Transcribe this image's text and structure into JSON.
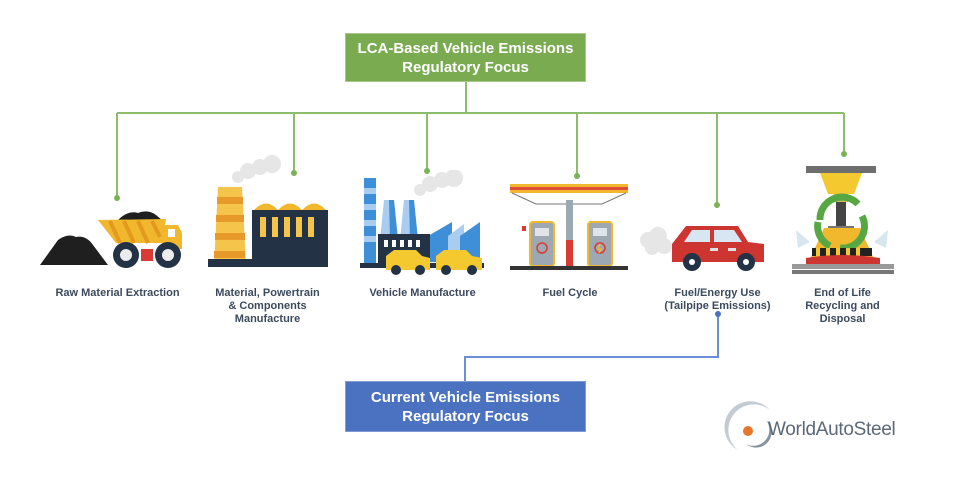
{
  "diagram": {
    "top_box": {
      "line1": "LCA-Based Vehicle Emissions",
      "line2": "Regulatory Focus",
      "color": "#7aab50"
    },
    "bottom_box": {
      "line1": "Current Vehicle Emissions",
      "line2": "Regulatory Focus",
      "color": "#4a72c0"
    },
    "stages": [
      {
        "id": "raw-material-extraction",
        "icon": "mining-dump-truck-icon",
        "lines": [
          "Raw Material Extraction"
        ]
      },
      {
        "id": "material-powertrain",
        "icon": "factory-smokestack-icon",
        "lines": [
          "Material, Powertrain",
          "& Components",
          "Manufacture"
        ]
      },
      {
        "id": "vehicle-manufacture",
        "icon": "car-factory-icon",
        "lines": [
          "Vehicle Manufacture"
        ]
      },
      {
        "id": "fuel-cycle",
        "icon": "fuel-station-icon",
        "lines": [
          "Fuel Cycle"
        ]
      },
      {
        "id": "fuel-energy-use",
        "icon": "car-exhaust-icon",
        "lines": [
          "Fuel/Energy Use",
          "(Tailpipe Emissions)"
        ]
      },
      {
        "id": "end-of-life",
        "icon": "car-crusher-recycle-icon",
        "lines": [
          "End of Life",
          "Recycling and",
          "Disposal"
        ]
      }
    ],
    "connector_colors": {
      "green": "#7ab356",
      "blue": "#4a72c0"
    }
  },
  "logo": {
    "text": "WorldAutoSteel",
    "accent": "#e8772e"
  }
}
